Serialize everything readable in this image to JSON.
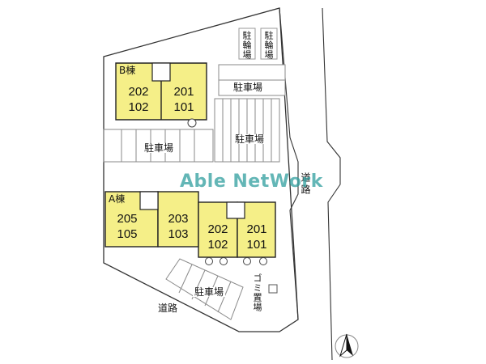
{
  "colors": {
    "building_fill": "#f5ef88",
    "outline": "#222222",
    "grid_line": "#8a8a8a",
    "watermark": "#2f9e9e"
  },
  "watermark": "Able NetWork",
  "buildings": {
    "b": {
      "name": "B棟",
      "units": [
        {
          "upper": "202",
          "lower": "102"
        },
        {
          "upper": "201",
          "lower": "101"
        }
      ]
    },
    "a": {
      "name": "A棟",
      "units": [
        {
          "upper": "205",
          "lower": "105"
        },
        {
          "upper": "203",
          "lower": "103"
        },
        {
          "upper": "202",
          "lower": "102"
        },
        {
          "upper": "201",
          "lower": "101"
        }
      ]
    }
  },
  "facilities": {
    "bicycle_parking_1": "駐輪場",
    "bicycle_parking_2": "駐輪場",
    "parking_top": "駐車場",
    "parking_right": "駐車場",
    "parking_middle": "駐車場",
    "parking_bottom": "駐車場",
    "garbage": "ゴミ置場"
  },
  "roads": {
    "east": "道路",
    "south": "道路"
  },
  "icons": [
    "north-arrow-icon"
  ]
}
